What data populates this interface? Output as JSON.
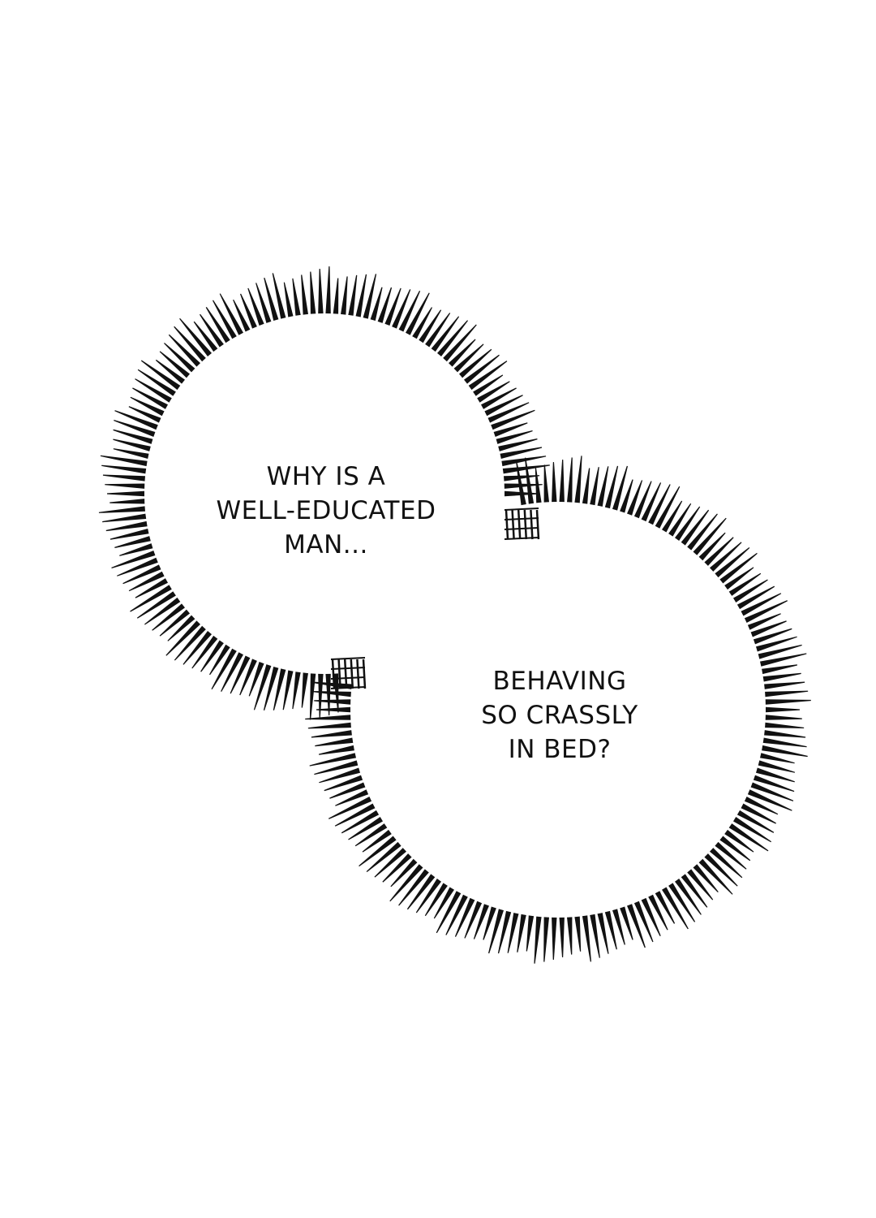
{
  "colors": {
    "background": "#ffffff",
    "ink": "#111111"
  },
  "bubbles": [
    {
      "lines": [
        "WHY IS A",
        "WELL-EDUCATED",
        "MAN..."
      ]
    },
    {
      "lines": [
        "BEHAVING",
        "SO CRASSLY",
        "IN BED?"
      ]
    }
  ]
}
